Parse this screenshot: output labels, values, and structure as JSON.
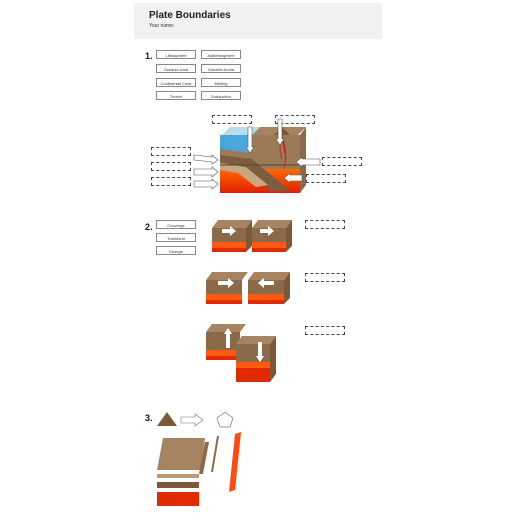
{
  "header": {
    "title": "Plate Boundaries",
    "subtitle": "Your name:"
  },
  "section1": {
    "number": "1.",
    "tags": [
      "Lithosphere",
      "Asthenosphere",
      "Oceanic crust",
      "Volcanic Arche",
      "Continental Crust",
      "Melting",
      "Trench",
      "Subduction"
    ]
  },
  "section2": {
    "number": "2.",
    "tags": [
      "Converge",
      "Transform",
      "Diverge"
    ]
  },
  "section3": {
    "number": "3."
  }
}
